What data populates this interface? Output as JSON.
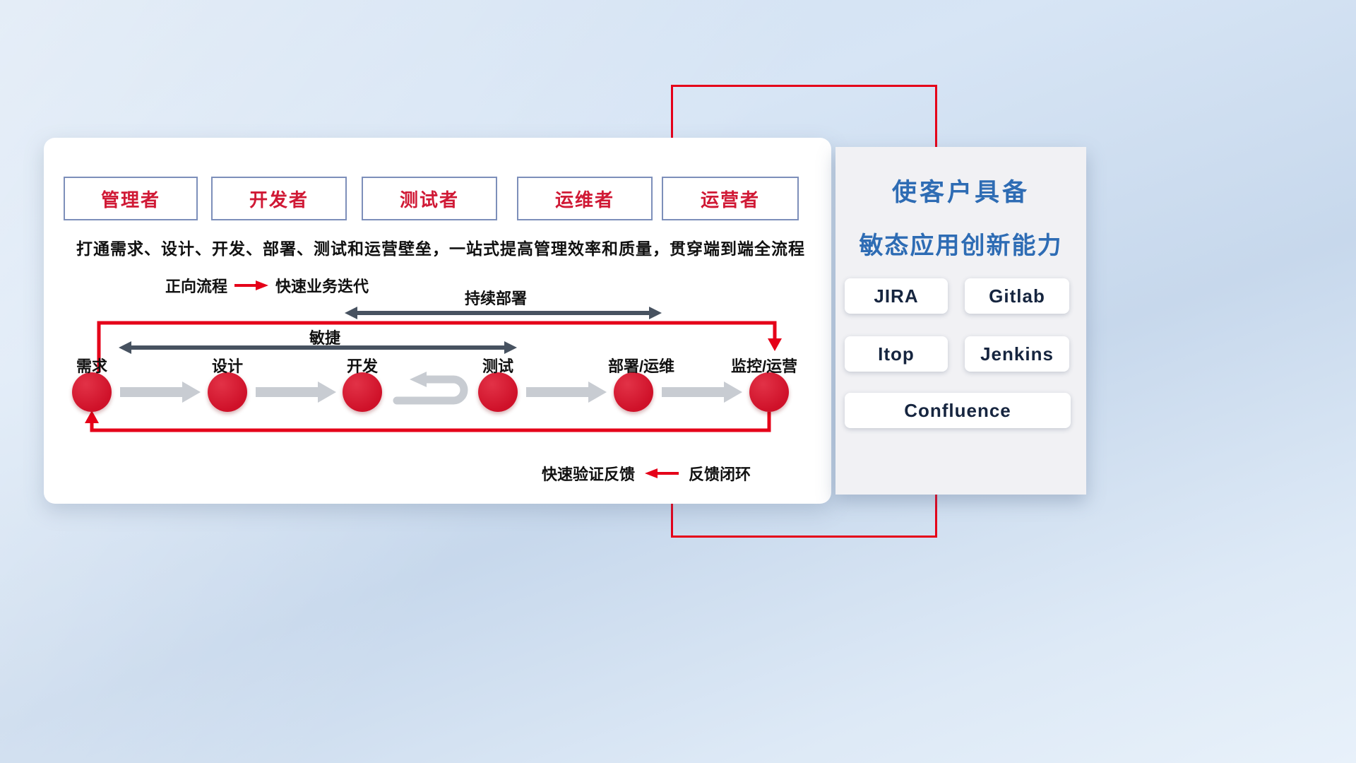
{
  "colors": {
    "accent_red": "#e50019",
    "circle_red": "#d0162e",
    "title_blue": "#2e6cb4",
    "dark_arrow": "#475260",
    "gray_arrow": "#c8ccd2"
  },
  "card": {
    "roles": [
      "管理者",
      "开发者",
      "测试者",
      "运维者",
      "运营者"
    ],
    "description": "打通需求、设计、开发、部署、测试和运营壁垒，一站式提高管理效率和质量，贯穿端到端全流程",
    "forward_legend": {
      "label": "正向流程",
      "value": "快速业务迭代"
    },
    "feedback_legend": {
      "label": "快速验证反馈",
      "value": "反馈闭环"
    },
    "flow": {
      "agile": "敏捷",
      "continuous_deploy": "持续部署",
      "stages": [
        "需求",
        "设计",
        "开发",
        "测试",
        "部署/运维",
        "监控/运营"
      ]
    }
  },
  "panel": {
    "title_line1": "使客户具备",
    "title_line2": "敏态应用创新能力",
    "tools": [
      "JIRA",
      "Gitlab",
      "Itop",
      "Jenkins",
      "Confluence"
    ]
  }
}
